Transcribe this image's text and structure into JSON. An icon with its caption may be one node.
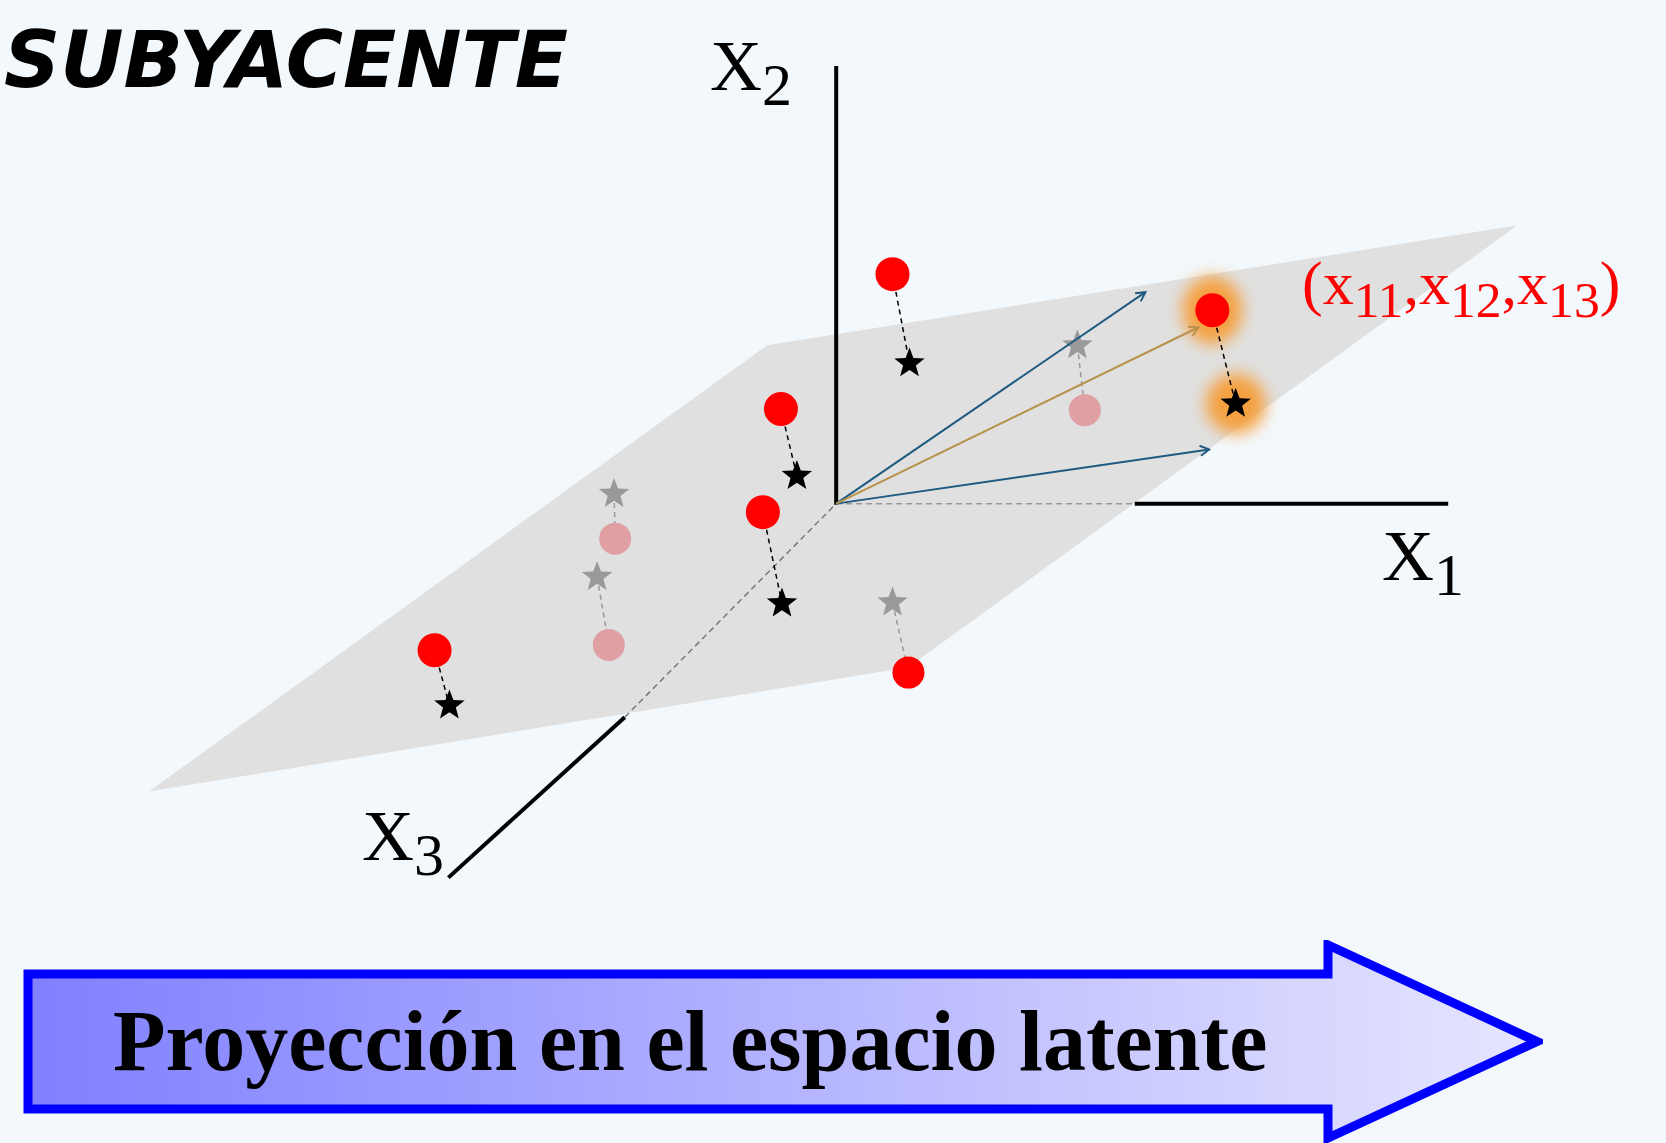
{
  "diagram": {
    "title": "SUBYACENTE",
    "nodes": [
      {
        "text": [
          "Proyección en el espacio latente"
        ]
      }
    ],
    "edges": [],
    "labels": [
      "X$_{2}$",
      "(x$_{11}$,x$_{12}$,x$_{13}$)",
      "X$_{1}$",
      "X$_{3}$"
    ]
  }
}
